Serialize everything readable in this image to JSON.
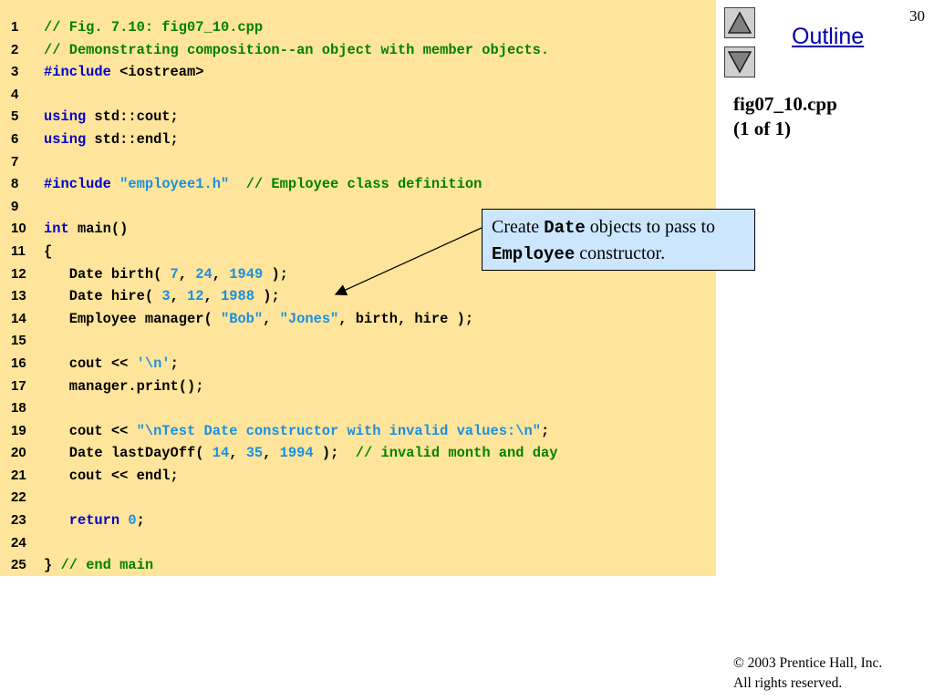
{
  "slide_number": "30",
  "nav": {
    "up_label": "previous-slide",
    "down_label": "next-slide"
  },
  "outline_label": "Outline",
  "file_title": {
    "line1": "fig07_10.cpp",
    "line2": "(1 of 1)"
  },
  "callout": {
    "part1": "Create ",
    "code1": "Date",
    "part2": " objects to pass to ",
    "code2": "Employee",
    "part3": " constructor."
  },
  "copyright": {
    "line1": "© 2003 Prentice Hall, Inc.",
    "line2": "All rights reserved."
  },
  "code_lines": [
    {
      "n": "1",
      "tokens": [
        [
          "cm",
          "// Fig. 7.10: fig07_10.cpp"
        ]
      ]
    },
    {
      "n": "2",
      "tokens": [
        [
          "cm",
          "// Demonstrating composition--an object with member objects."
        ]
      ]
    },
    {
      "n": "3",
      "tokens": [
        [
          "kw",
          "#include"
        ],
        [
          "pl",
          " <iostream>"
        ]
      ]
    },
    {
      "n": "4",
      "tokens": []
    },
    {
      "n": "5",
      "tokens": [
        [
          "kw",
          "using"
        ],
        [
          "pl",
          " std::cout;"
        ]
      ]
    },
    {
      "n": "6",
      "tokens": [
        [
          "kw",
          "using"
        ],
        [
          "pl",
          " std::endl;"
        ]
      ]
    },
    {
      "n": "7",
      "tokens": []
    },
    {
      "n": "8",
      "tokens": [
        [
          "kw",
          "#include"
        ],
        [
          "pl",
          " "
        ],
        [
          "str",
          "\"employee1.h\""
        ],
        [
          "pl",
          "  "
        ],
        [
          "cm",
          "// Employee class definition"
        ]
      ]
    },
    {
      "n": "9",
      "tokens": []
    },
    {
      "n": "10",
      "tokens": [
        [
          "kw",
          "int"
        ],
        [
          "pl",
          " main()"
        ]
      ]
    },
    {
      "n": "11",
      "tokens": [
        [
          "pl",
          "{"
        ]
      ]
    },
    {
      "n": "12",
      "tokens": [
        [
          "pl",
          "   Date birth( "
        ],
        [
          "num",
          "7"
        ],
        [
          "pl",
          ", "
        ],
        [
          "num",
          "24"
        ],
        [
          "pl",
          ", "
        ],
        [
          "num",
          "1949"
        ],
        [
          "pl",
          " );"
        ]
      ]
    },
    {
      "n": "13",
      "tokens": [
        [
          "pl",
          "   Date hire( "
        ],
        [
          "num",
          "3"
        ],
        [
          "pl",
          ", "
        ],
        [
          "num",
          "12"
        ],
        [
          "pl",
          ", "
        ],
        [
          "num",
          "1988"
        ],
        [
          "pl",
          " );"
        ]
      ]
    },
    {
      "n": "14",
      "tokens": [
        [
          "pl",
          "   Employee manager( "
        ],
        [
          "str",
          "\"Bob\""
        ],
        [
          "pl",
          ", "
        ],
        [
          "str",
          "\"Jones\""
        ],
        [
          "pl",
          ", birth, hire );"
        ]
      ]
    },
    {
      "n": "15",
      "tokens": []
    },
    {
      "n": "16",
      "tokens": [
        [
          "pl",
          "   cout << "
        ],
        [
          "str",
          "'\\n'"
        ],
        [
          "pl",
          ";"
        ]
      ]
    },
    {
      "n": "17",
      "tokens": [
        [
          "pl",
          "   manager.print();"
        ]
      ]
    },
    {
      "n": "18",
      "tokens": []
    },
    {
      "n": "19",
      "tokens": [
        [
          "pl",
          "   cout << "
        ],
        [
          "str",
          "\"\\nTest Date constructor with invalid values:\\n\""
        ],
        [
          "pl",
          ";"
        ]
      ]
    },
    {
      "n": "20",
      "tokens": [
        [
          "pl",
          "   Date lastDayOff( "
        ],
        [
          "num",
          "14"
        ],
        [
          "pl",
          ", "
        ],
        [
          "num",
          "35"
        ],
        [
          "pl",
          ", "
        ],
        [
          "num",
          "1994"
        ],
        [
          "pl",
          " );  "
        ],
        [
          "cm",
          "// invalid month and day"
        ]
      ]
    },
    {
      "n": "21",
      "tokens": [
        [
          "pl",
          "   cout << endl;"
        ]
      ]
    },
    {
      "n": "22",
      "tokens": []
    },
    {
      "n": "23",
      "tokens": [
        [
          "pl",
          "   "
        ],
        [
          "kw",
          "return"
        ],
        [
          "pl",
          " "
        ],
        [
          "num",
          "0"
        ],
        [
          "pl",
          ";"
        ]
      ]
    },
    {
      "n": "24",
      "tokens": []
    },
    {
      "n": "25",
      "tokens": [
        [
          "pl",
          "} "
        ],
        [
          "cm",
          "// end main"
        ]
      ]
    }
  ],
  "colors": {
    "code_background": "#ffe59b",
    "comment": "#008000",
    "keyword": "#0000cc",
    "literal": "#1a8fe0",
    "callout_background": "#cce6ff",
    "outline_link": "#0000aa"
  }
}
